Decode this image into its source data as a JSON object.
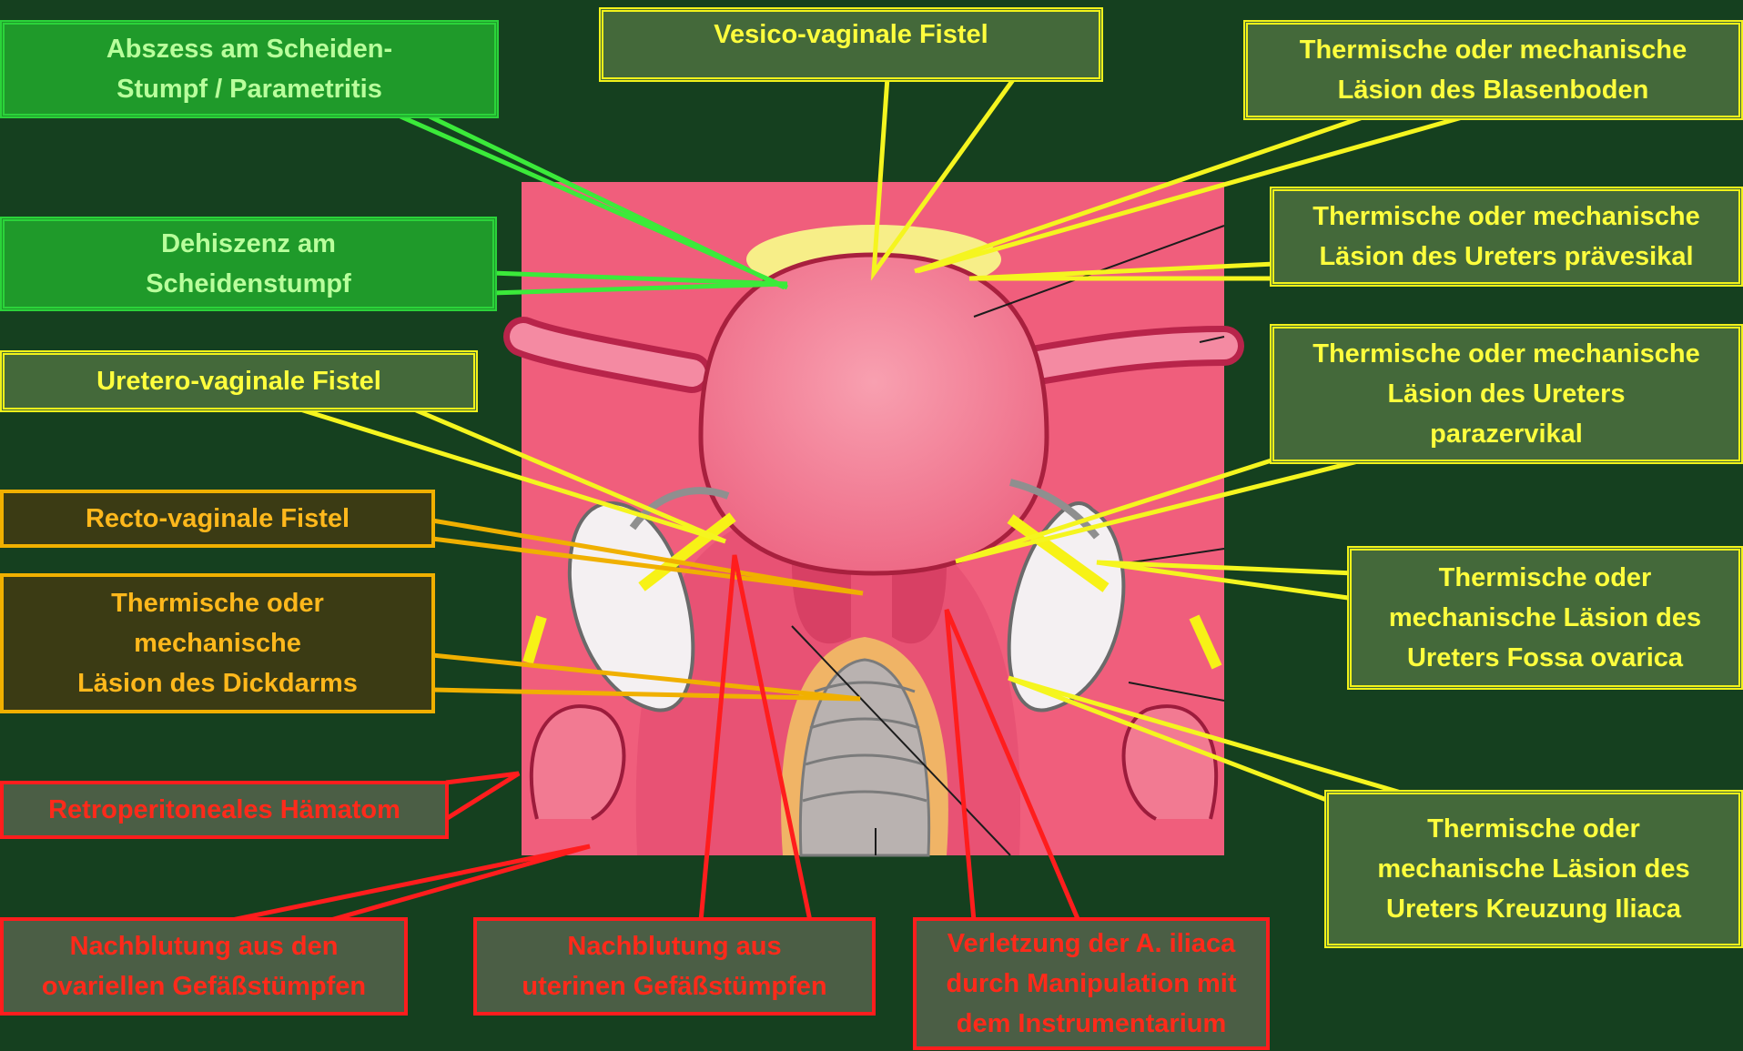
{
  "labels": {
    "vesico": "Vesico-vaginale Fistel",
    "abszess": "Abszess am Scheiden-\nStumpf / Parametritis",
    "dehiszenz": "Dehiszenz am\nScheidenstumpf",
    "uretero": "Uretero-vaginale Fistel",
    "recto": "Recto-vaginale Fistel",
    "dickdarm": "Thermische oder\nmechanische\nLäsion  des Dickdarms",
    "retro": "Retroperitoneales Hämatom",
    "nach_ovar": "Nachblutung aus den\novariellen Gefäßstümpfen",
    "nach_uterin": "Nachblutung aus\nuterinen Gefäßstümpfen",
    "iliaca_inst": "Verletzung der A. iliaca\ndurch Manipulation mit\ndem Instrumentarium",
    "blasenboden": "Thermische oder mechanische\nLäsion des Blasenboden",
    "praevesikal": "Thermische oder mechanische\nLäsion des Ureters prävesikal",
    "parazervikal": "Thermische oder mechanische\nLäsion des Ureters\nparazervikal",
    "fossa": "Thermische oder\nmechanische Läsion des\nUreters  Fossa ovarica",
    "kreuzung": "Thermische oder\nmechanische Läsion des\nUreters  Kreuzung Iliaca"
  },
  "colors": {
    "background": "#15401f",
    "green": "#2bd33a",
    "yellow": "#f2f21a",
    "orange": "#f0b000",
    "red": "#ff1d1d",
    "tissue": "#f0607c"
  }
}
